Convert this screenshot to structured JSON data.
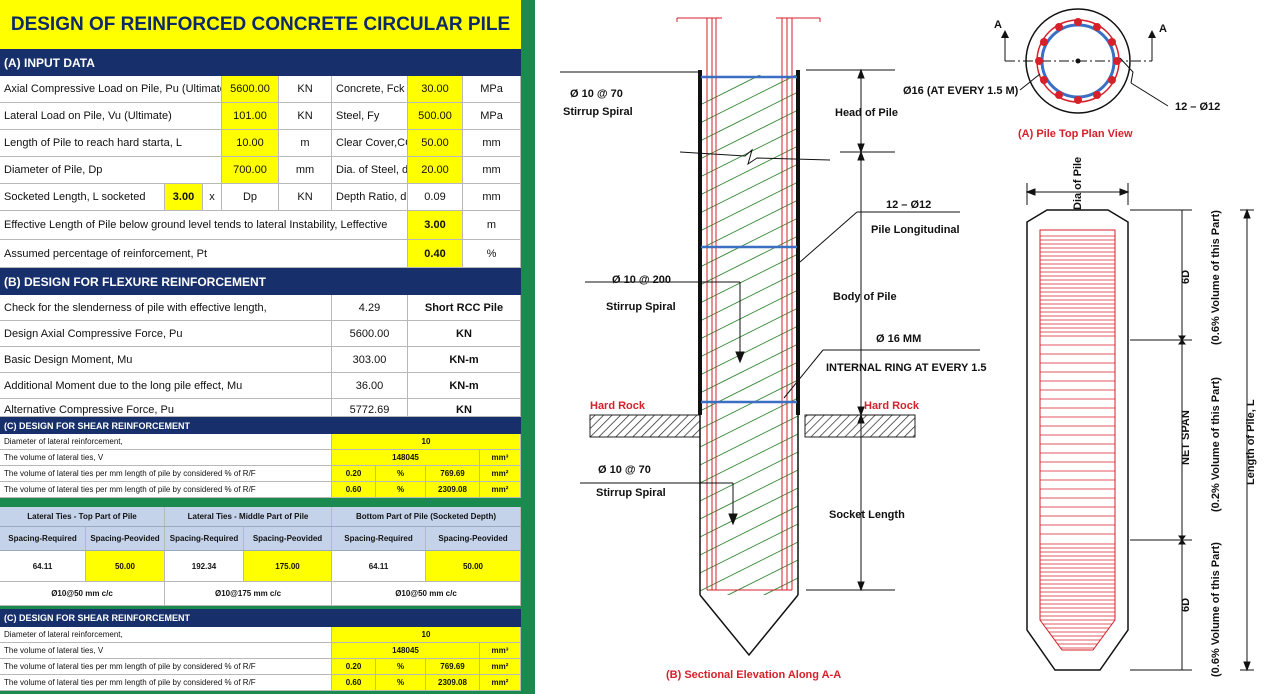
{
  "title": "DESIGN OF REINFORCED CONCRETE CIRCULAR PILE",
  "input": {
    "section": "(A) INPUT DATA",
    "r1": {
      "label": "Axial Compressive Load on Pile, Pu (Ultimate)",
      "value": "5600.00",
      "unit": "KN",
      "label2": "Concrete, Fck",
      "value2": "30.00",
      "unit2": "MPa"
    },
    "r2": {
      "label": "Lateral Load on Pile, Vu (Ultimate)",
      "value": "101.00",
      "unit": "KN",
      "label2": "Steel, Fy",
      "value2": "500.00",
      "unit2": "MPa"
    },
    "r3": {
      "label": "Length of Pile to reach hard starta, L",
      "value": "10.00",
      "unit": "m",
      "label2": "Clear Cover,CC",
      "value2": "50.00",
      "unit2": "mm"
    },
    "r4": {
      "label": "Diameter of Pile, Dp",
      "value": "700.00",
      "unit": "mm",
      "label2": "Dia. of Steel, db",
      "value2": "20.00",
      "unit2": "mm"
    },
    "r5": {
      "label": "Socketed Length, L socketed",
      "value": "3.00",
      "x": "x",
      "dp": "Dp",
      "unit": "KN",
      "label2": "Depth Ratio, d'/D",
      "value2": "0.09",
      "unit2": "mm"
    },
    "r6": {
      "label": "Effective Length of Pile below ground level tends to lateral Instability, Leffective",
      "value": "3.00",
      "unit": "m"
    },
    "r7": {
      "label": "Assumed percentage of reinforcement, Pt",
      "value": "0.40",
      "unit": "%"
    }
  },
  "flexure": {
    "section": "(B) DESIGN FOR FLEXURE REINFORCEMENT",
    "r1": {
      "label": "Check for the slenderness of pile with effective length,",
      "value": "4.29",
      "unit": "Short RCC Pile"
    },
    "r2": {
      "label": "Design Axial Compressive Force, Pu",
      "value": "5600.00",
      "unit": "KN"
    },
    "r3": {
      "label": "Basic Design Moment, Mu",
      "value": "303.00",
      "unit": "KN-m"
    },
    "r4": {
      "label": "Additional Moment due to the long pile effect, Mu",
      "value": "36.00",
      "unit": "KN-m"
    },
    "r5": {
      "label": "Alternative Compressive Force, Pu",
      "value": "5772.69",
      "unit": "KN"
    }
  },
  "shear": {
    "section": "(C) DESIGN FOR SHEAR REINFORCEMENT",
    "r1": {
      "label": "Diameter of lateral reinforcement,",
      "value": "10"
    },
    "r2": {
      "label": "The volume of lateral ties, V",
      "value": "148045",
      "unit": "mm³"
    },
    "r3": {
      "label": "The volume of lateral ties per mm length of pile by considered % of R/F",
      "pct": "0.20",
      "pu": "%",
      "value": "769.69",
      "unit": "mm²"
    },
    "r4": {
      "label": "The volume of lateral ties per mm length of pile by considered % of R/F",
      "pct": "0.60",
      "pu": "%",
      "value": "2309.08",
      "unit": "mm²"
    },
    "groups": [
      "Lateral Ties - Top Part of Pile",
      "Lateral Ties - Middle Part of Pile",
      "Bottom Part of Pile (Socketed Depth)"
    ],
    "subheads": [
      "Spacing-Required",
      "Spacing-Peovided",
      "Spacing-Required",
      "Spacing-Peovided",
      "Spacing-Required",
      "Spacing-Peovided"
    ],
    "values": [
      "64.11",
      "50.00",
      "192.34",
      "175.00",
      "64.11",
      "50.00"
    ],
    "results": [
      "Ø10@50 mm c/c",
      "Ø10@175 mm c/c",
      "Ø10@50 mm c/c"
    ]
  },
  "shear2": {
    "section": "(C) DESIGN FOR SHEAR REINFORCEMENT",
    "r1": {
      "label": "Diameter of lateral reinforcement,",
      "value": "10"
    },
    "r2": {
      "label": "The volume of lateral ties, V",
      "value": "148045",
      "unit": "mm³"
    },
    "r3": {
      "label": "The volume of lateral ties per mm length of pile by considered % of R/F",
      "pct": "0.20",
      "pu": "%",
      "value": "769.69",
      "unit": "mm²"
    },
    "r4": {
      "label": "The volume of lateral ties per mm length of pile by considered % of R/F",
      "pct": "0.60",
      "pu": "%",
      "value": "2309.08",
      "unit": "mm²"
    }
  },
  "drawing": {
    "stirrup_top": "Ø 10 @ 70",
    "stirrup_top_sub": "Stirrup Spiral",
    "head": "Head of Pile",
    "longitudinal": "12 – Ø12",
    "longitudinal_sub": "Pile Longitudinal",
    "stirrup_mid": "Ø 10 @ 200",
    "stirrup_mid_sub": "Stirrup Spiral",
    "body": "Body of Pile",
    "ring": "Ø 16 MM",
    "ring_sub": "INTERNAL RING AT EVERY 1.5",
    "hard_rock_left": "Hard Rock",
    "hard_rock_right": "Hard Rock",
    "stirrup_bot": "Ø 10 @ 70",
    "stirrup_bot_sub": "Stirrup Spiral",
    "socket": "Socket Length",
    "section_title": "(B) Sectional Elevation Along A-A",
    "plan_ring": "Ø16 (AT EVERY 1.5 M)",
    "plan_bars": "12 – Ø12",
    "plan_a1": "A",
    "plan_a2": "A",
    "plan_title": "(A) Pile Top Plan View",
    "dia": "Dia of Pile",
    "top6d": "6D",
    "top_vol": "(0.6% Volume of this Part)",
    "net_span": "NET SPAN",
    "mid_vol": "(0.2% Volume of this Part)",
    "bot6d": "6D",
    "bot_vol": "(0.6% Volume of this Part)",
    "length": "Length of Pile, L"
  },
  "colors": {
    "sheet_green": "#1b8a4f",
    "navy": "#17306b",
    "yellow": "#ffff00",
    "rebar_red": "#d6202a",
    "ring_blue": "#3b6fc4",
    "hatch_green": "#3a8a3a"
  }
}
